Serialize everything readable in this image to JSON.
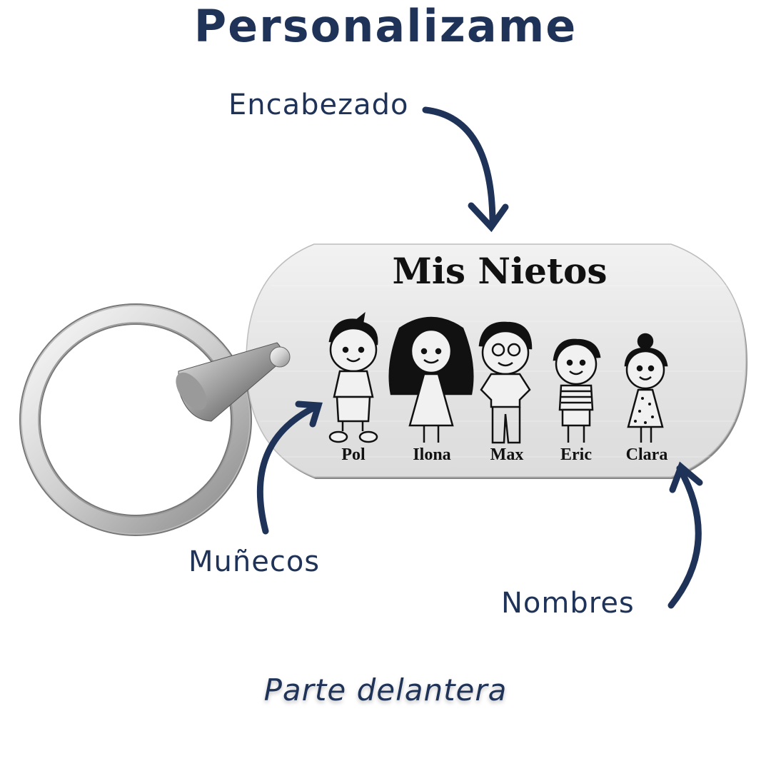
{
  "header": {
    "title": "Personalizame"
  },
  "callouts": {
    "header_label": "Encabezado",
    "figures_label": "Muñecos",
    "names_label": "Nombres"
  },
  "tag": {
    "title": "Mis Nietos",
    "figures": [
      {
        "name": "Pol",
        "icon": "boy-spiky-hair-icon"
      },
      {
        "name": "Ilona",
        "icon": "girl-long-hair-icon"
      },
      {
        "name": "Max",
        "icon": "boy-glasses-icon"
      },
      {
        "name": "Eric",
        "icon": "boy-striped-shirt-icon"
      },
      {
        "name": "Clara",
        "icon": "girl-bun-dress-icon"
      }
    ]
  },
  "footer": {
    "caption": "Parte delantera"
  },
  "colors": {
    "accent": "#1f3358",
    "metal": "#e6e6e6",
    "engraving": "#111111"
  }
}
